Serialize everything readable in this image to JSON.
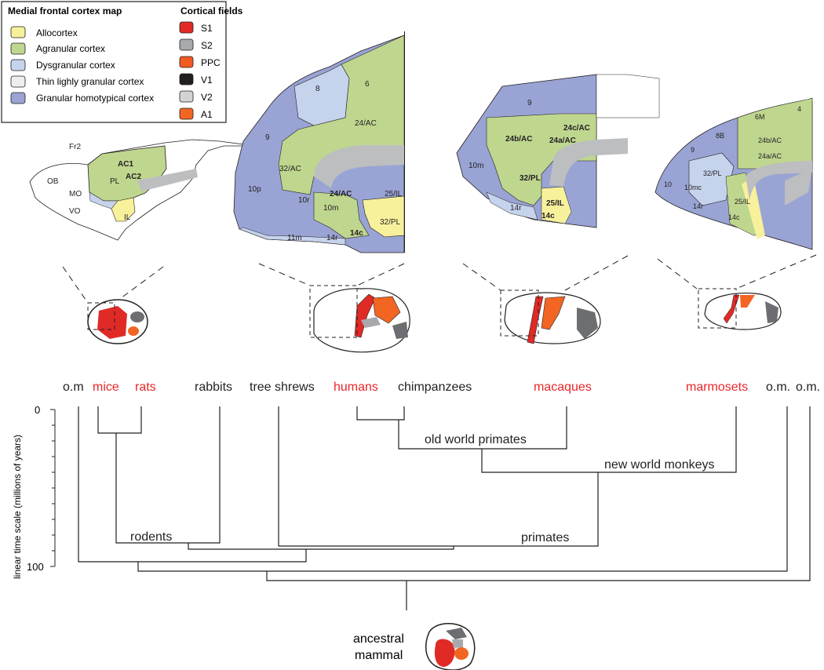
{
  "legend": {
    "map_title": "Medial frontal cortex map",
    "fields_title": "Cortical fields",
    "map_items": [
      {
        "label": "Allocortex",
        "color": "#f7f19c"
      },
      {
        "label": "Agranular cortex",
        "color": "#bfd68f"
      },
      {
        "label": "Dysgranular cortex",
        "color": "#c5d3ec"
      },
      {
        "label": "Thin lighly granular cortex",
        "color": "#eeeeee"
      },
      {
        "label": "Granular homotypical cortex",
        "color": "#99a4d4"
      }
    ],
    "field_items": [
      {
        "label": "S1",
        "color": "#e02a26"
      },
      {
        "label": "S2",
        "color": "#a7a9ac"
      },
      {
        "label": "PPC",
        "color": "#f05a23"
      },
      {
        "label": "V1",
        "color": "#231f20"
      },
      {
        "label": "V2",
        "color": "#d1d3d4"
      },
      {
        "label": "A1",
        "color": "#f26522"
      }
    ]
  },
  "rodent_map": {
    "labels": [
      "Fr2",
      "AC1",
      "AC2",
      "PL",
      "OB",
      "MO",
      "VO",
      "IL"
    ]
  },
  "human_map": {
    "labels": [
      "6",
      "8",
      "9",
      "24/AC",
      "32/AC",
      "10p",
      "10r",
      "10m",
      "24/AC",
      "25/IL",
      "32/PL",
      "11m",
      "14r",
      "14c"
    ]
  },
  "macaque_map": {
    "labels": [
      "9",
      "24c/AC",
      "24b/AC",
      "24a/AC",
      "10m",
      "32/PL",
      "25/IL",
      "14r",
      "14c"
    ]
  },
  "marmoset_map": {
    "labels": [
      "6M",
      "4",
      "8B",
      "24b/AC",
      "24a/AC",
      "9",
      "32/PL",
      "10",
      "10mc",
      "14r",
      "25/IL",
      "14c"
    ]
  },
  "species": [
    {
      "name": "o.m",
      "highlight": false
    },
    {
      "name": "mice",
      "highlight": true
    },
    {
      "name": "rats",
      "highlight": true
    },
    {
      "name": "rabbits",
      "highlight": false
    },
    {
      "name": "tree shrews",
      "highlight": false
    },
    {
      "name": "humans",
      "highlight": true
    },
    {
      "name": "chimpanzees",
      "highlight": false
    },
    {
      "name": "macaques",
      "highlight": true
    },
    {
      "name": "marmosets",
      "highlight": true
    },
    {
      "name": "o.m.",
      "highlight": false
    },
    {
      "name": "o.m.",
      "highlight": false
    }
  ],
  "tree": {
    "axis_label": "linear time scale (millions of years)",
    "tick_0": "0",
    "tick_100": "100",
    "clades": {
      "old_world_primates": "old world primates",
      "new_world_monkeys": "new world monkeys",
      "rodents": "rodents",
      "primates": "primates"
    },
    "root_line1": "ancestral",
    "root_line2": "mammal"
  },
  "colors": {
    "highlight": "#e8262a",
    "text": "#231f20",
    "line": "#231f20"
  }
}
